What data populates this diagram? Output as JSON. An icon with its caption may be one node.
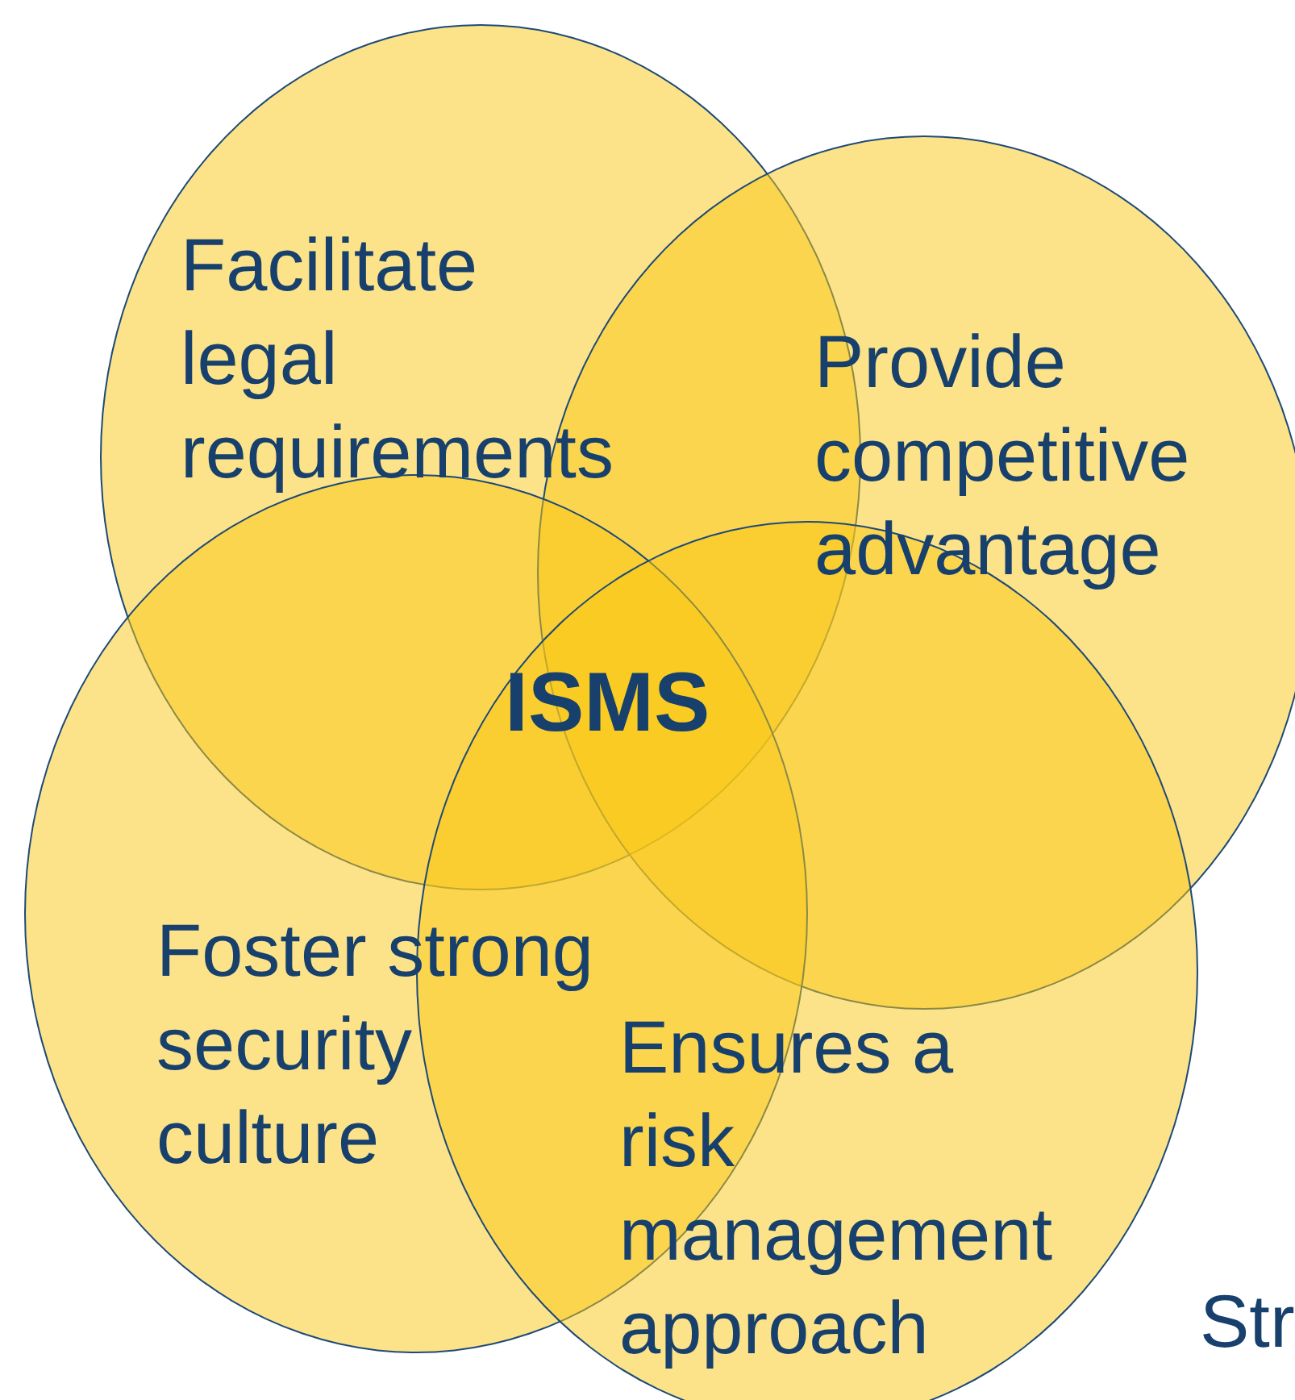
{
  "diagram": {
    "nodes": [
      {
        "text": [
          "Facilitate legal requirements"
        ]
      },
      {
        "text": [
          "Provide competitive advantage"
        ]
      },
      {
        "text": [
          "Foster strong security culture"
        ]
      },
      {
        "text": [
          "Ensures a risk management approach"
        ]
      },
      {
        "text": [
          "ISMS"
        ]
      }
    ],
    "labels": [
      "Str"
    ]
  }
}
